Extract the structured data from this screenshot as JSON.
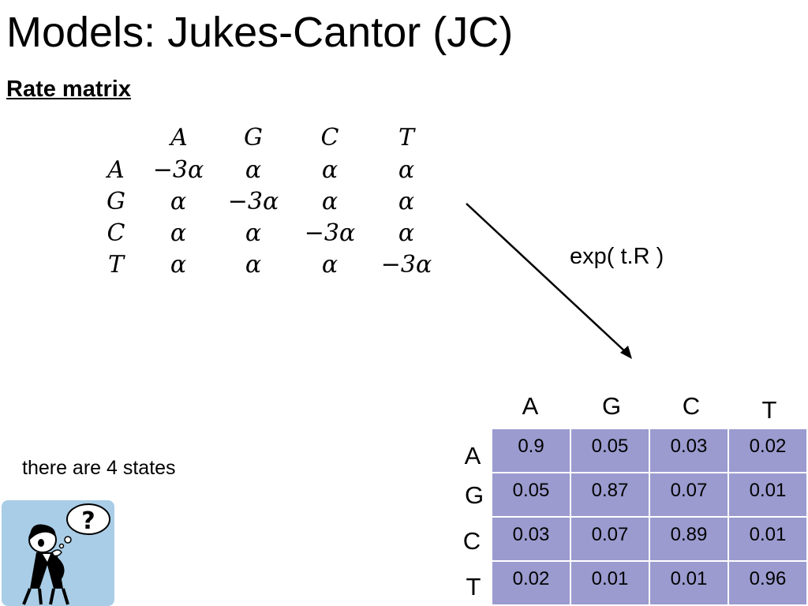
{
  "slide": {
    "title": "Models: Jukes-Cantor (JC)",
    "subtitle": "Rate matrix",
    "transform_label": "exp( t.R )",
    "note": "there are 4 states",
    "clipart_icon": "thinking-person-question-icon",
    "clipart_glyph": "?"
  },
  "rate_matrix": {
    "col_headers": [
      "A",
      "G",
      "C",
      "T"
    ],
    "row_headers": [
      "A",
      "G",
      "C",
      "T"
    ],
    "rows": [
      [
        "−3α",
        "α",
        "α",
        "α"
      ],
      [
        "α",
        "−3α",
        "α",
        "α"
      ],
      [
        "α",
        "α",
        "−3α",
        "α"
      ],
      [
        "α",
        "α",
        "α",
        "−3α"
      ]
    ]
  },
  "prob_matrix": {
    "col_headers": [
      "A",
      "G",
      "C",
      "T"
    ],
    "row_headers": [
      "A",
      "G",
      "C",
      "T"
    ],
    "rows": [
      [
        "0.9",
        "0.05",
        "0.03",
        "0.02"
      ],
      [
        "0.05",
        "0.87",
        "0.07",
        "0.01"
      ],
      [
        "0.03",
        "0.07",
        "0.89",
        "0.01"
      ],
      [
        "0.02",
        "0.01",
        "0.01",
        "0.96"
      ]
    ],
    "cell_color": "#9b9bd0"
  }
}
